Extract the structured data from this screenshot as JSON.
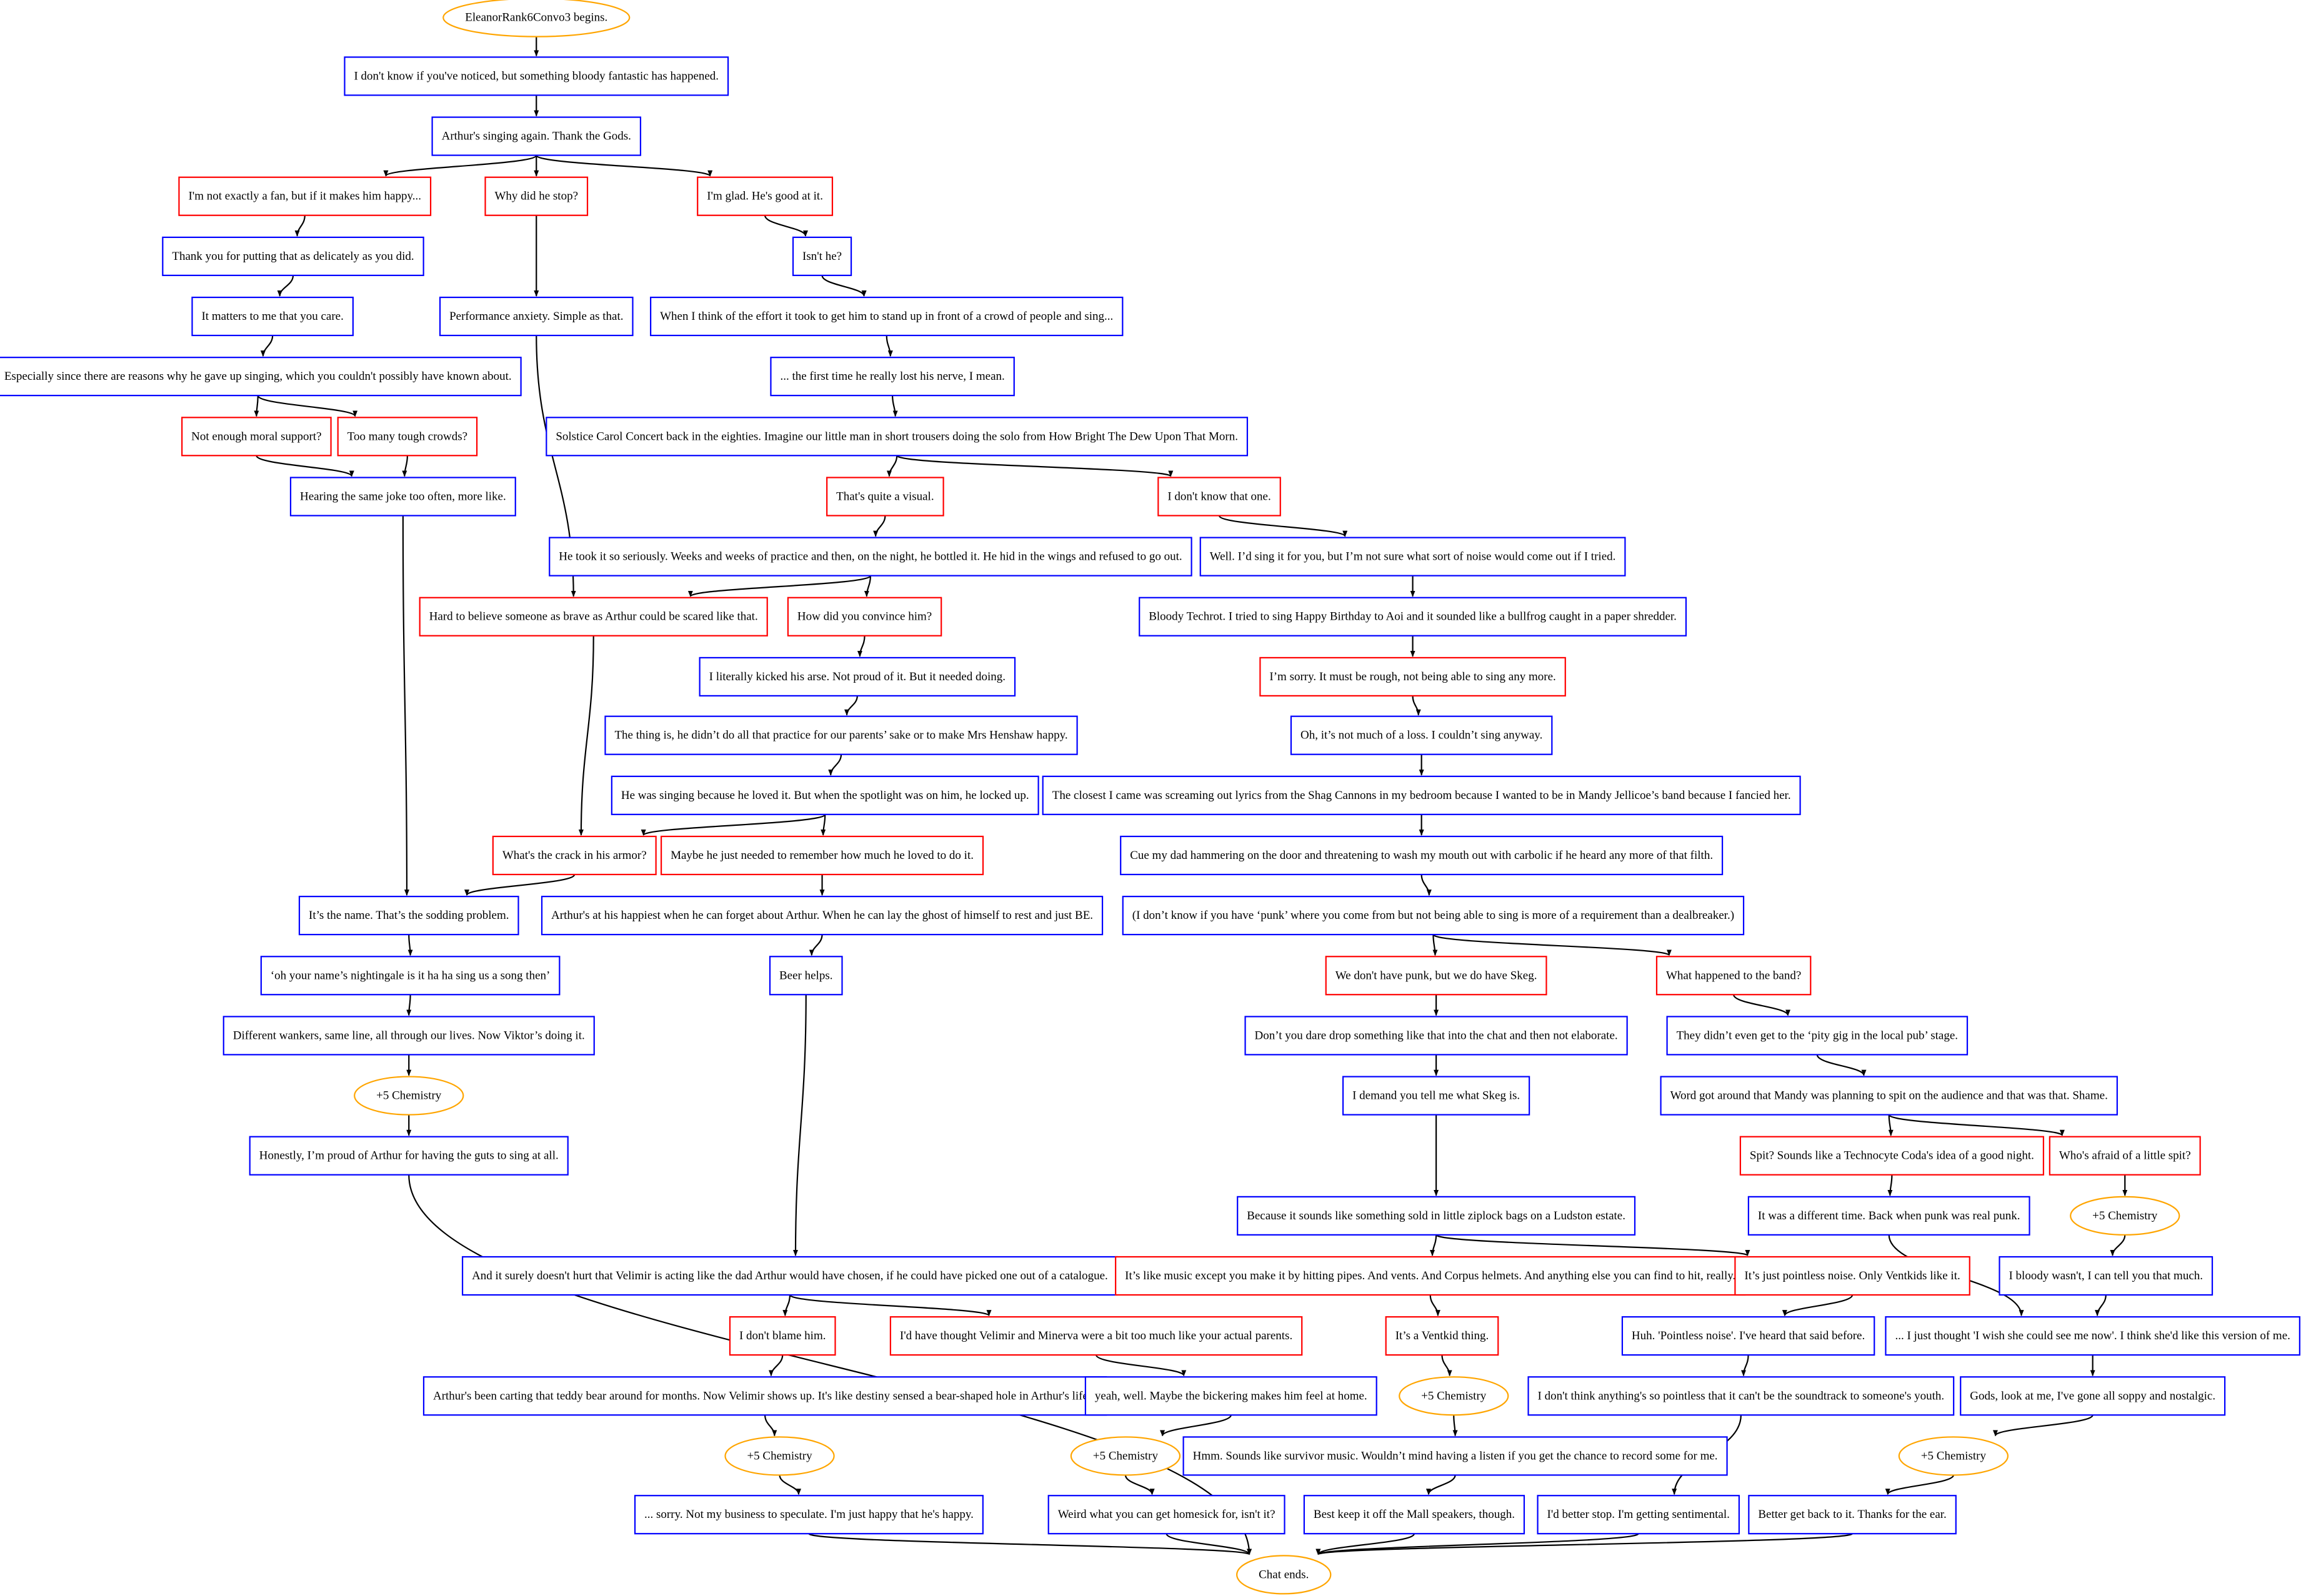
{
  "colors": {
    "npc": "#0000ff",
    "player": "#ff0000",
    "event": "#ffa500",
    "edge": "#000000"
  },
  "diagram": {
    "nodes": [
      {
        "id": "start",
        "kind": "event",
        "text": "EleanorRank6Convo3 begins."
      },
      {
        "id": "n1",
        "kind": "npc",
        "text": "I don't know if you've noticed, but something bloody fantastic has happened."
      },
      {
        "id": "n2",
        "kind": "npc",
        "text": "Arthur's singing again. Thank the Gods."
      },
      {
        "id": "p_fan",
        "kind": "player",
        "text": "I'm not exactly a fan, but if it makes him happy..."
      },
      {
        "id": "p_why",
        "kind": "player",
        "text": "Why did he stop?"
      },
      {
        "id": "p_glad",
        "kind": "player",
        "text": "I'm glad. He's good at it."
      },
      {
        "id": "n_thank",
        "kind": "npc",
        "text": "Thank you for putting that as delicately as you did."
      },
      {
        "id": "n_isnt",
        "kind": "npc",
        "text": "Isn't he?"
      },
      {
        "id": "n_matters",
        "kind": "npc",
        "text": "It matters to me that you care."
      },
      {
        "id": "n_perf",
        "kind": "npc",
        "text": "Performance anxiety. Simple as that."
      },
      {
        "id": "n_effort",
        "kind": "npc",
        "text": "When I think of the effort it took to get him to stand up in front of a crowd of people and sing..."
      },
      {
        "id": "n_esp",
        "kind": "npc",
        "text": "Especially since there are reasons why he gave up singing, which you couldn't possibly have known about."
      },
      {
        "id": "n_first",
        "kind": "npc",
        "text": "... the first time he really lost his nerve, I mean."
      },
      {
        "id": "p_moral",
        "kind": "player",
        "text": "Not enough moral support?"
      },
      {
        "id": "p_tough",
        "kind": "player",
        "text": "Too many tough crowds?"
      },
      {
        "id": "n_solstice",
        "kind": "npc",
        "text": "Solstice Carol Concert back in the eighties. Imagine our little man in short trousers doing the solo from How Bright The Dew Upon That Morn."
      },
      {
        "id": "n_hearing",
        "kind": "npc",
        "text": "Hearing the same joke too often, more like."
      },
      {
        "id": "p_visual",
        "kind": "player",
        "text": "That's quite a visual."
      },
      {
        "id": "p_dontknow",
        "kind": "player",
        "text": "I don't know that one."
      },
      {
        "id": "n_seriously",
        "kind": "npc",
        "text": "He took it so seriously. Weeks and weeks of practice and then, on the night, he bottled it. He hid in the wings and refused to go out."
      },
      {
        "id": "n_well",
        "kind": "npc",
        "text": "Well. I’d sing it for you, but I’m not sure what sort of noise would come out if I tried."
      },
      {
        "id": "p_hard",
        "kind": "player",
        "text": "Hard to believe someone as brave as Arthur could be scared like that."
      },
      {
        "id": "p_convince",
        "kind": "player",
        "text": "How did you convince him?"
      },
      {
        "id": "n_techrot",
        "kind": "npc",
        "text": "Bloody Techrot. I tried to sing Happy Birthday to Aoi and it sounded like a bullfrog caught in a paper shredder."
      },
      {
        "id": "n_kicked",
        "kind": "npc",
        "text": "I literally kicked his arse. Not proud of it. But it needed doing."
      },
      {
        "id": "p_sorry",
        "kind": "player",
        "text": "I’m sorry. It must be rough, not being able to sing any more."
      },
      {
        "id": "n_thing",
        "kind": "npc",
        "text": "The thing is, he didn’t do all that practice for our parents’ sake or to make Mrs Henshaw happy."
      },
      {
        "id": "n_notmuch",
        "kind": "npc",
        "text": "Oh, it’s not much of a loss. I couldn’t sing anyway."
      },
      {
        "id": "n_loved",
        "kind": "npc",
        "text": "He was singing because he loved it. But when the spotlight was on him, he locked up."
      },
      {
        "id": "n_closest",
        "kind": "npc",
        "text": "The closest I came was screaming out lyrics from the Shag Cannons in my bedroom because I wanted to be in Mandy Jellicoe’s band because I fancied her."
      },
      {
        "id": "p_crack",
        "kind": "player",
        "text": "What's the crack in his armor?"
      },
      {
        "id": "p_remember",
        "kind": "player",
        "text": "Maybe he just needed to remember how much he loved to do it."
      },
      {
        "id": "n_cue",
        "kind": "npc",
        "text": "Cue my dad hammering on the door and threatening to wash my mouth out with carbolic if he heard any more of that filth."
      },
      {
        "id": "n_name",
        "kind": "npc",
        "text": "It’s the name. That’s the sodding problem."
      },
      {
        "id": "n_happiest",
        "kind": "npc",
        "text": "Arthur's at his happiest when he can forget about Arthur. When he can lay the ghost of himself to rest and just BE."
      },
      {
        "id": "n_punk",
        "kind": "npc",
        "text": "(I don’t know if you have ‘punk’ where you come from but not being able to sing is more of a requirement than a dealbreaker.)"
      },
      {
        "id": "n_nightingale",
        "kind": "npc",
        "text": "‘oh your name’s nightingale is it ha ha sing us a song then’"
      },
      {
        "id": "n_beer",
        "kind": "npc",
        "text": "Beer helps."
      },
      {
        "id": "p_skeg",
        "kind": "player",
        "text": "We don't have punk, but we do have Skeg."
      },
      {
        "id": "p_band",
        "kind": "player",
        "text": "What happened to the band?"
      },
      {
        "id": "n_wankers",
        "kind": "npc",
        "text": "Different wankers, same line, all through our lives. Now Viktor’s doing it."
      },
      {
        "id": "n_dare",
        "kind": "npc",
        "text": "Don’t you dare drop something like that into the chat and then not elaborate."
      },
      {
        "id": "n_pity",
        "kind": "npc",
        "text": "They didn’t even get to the ‘pity gig in the local pub’ stage."
      },
      {
        "id": "e_chem1",
        "kind": "event",
        "text": "+5 Chemistry"
      },
      {
        "id": "n_demand",
        "kind": "npc",
        "text": "I demand you tell me what Skeg is."
      },
      {
        "id": "n_spitword",
        "kind": "npc",
        "text": "Word got around that Mandy was planning to spit on the audience and that was that. Shame."
      },
      {
        "id": "n_proud",
        "kind": "npc",
        "text": "Honestly, I’m proud of Arthur for having the guts to sing at all."
      },
      {
        "id": "p_spit",
        "kind": "player",
        "text": "Spit? Sounds like a Technocyte Coda's idea of a good night."
      },
      {
        "id": "p_afraid",
        "kind": "player",
        "text": "Who's afraid of a little spit?"
      },
      {
        "id": "n_ziplock",
        "kind": "npc",
        "text": "Because it sounds like something sold in little ziplock bags on a Ludston estate."
      },
      {
        "id": "n_different",
        "kind": "npc",
        "text": "It was a different time. Back when punk was real punk."
      },
      {
        "id": "e_chem2",
        "kind": "event",
        "text": "+5 Chemistry"
      },
      {
        "id": "n_velimir",
        "kind": "npc",
        "text": "And it surely doesn't hurt that Velimir is acting like the dad Arthur would have chosen, if he could have picked one out of a catalogue."
      },
      {
        "id": "p_pipes",
        "kind": "player",
        "text": "It’s like music except you make it by hitting pipes. And vents. And Corpus helmets. And anything else you can find to hit, really."
      },
      {
        "id": "p_pointless",
        "kind": "player",
        "text": "It’s just pointless noise. Only Ventkids like it."
      },
      {
        "id": "n_wasnt",
        "kind": "npc",
        "text": "I bloody wasn't, I can tell you that much."
      },
      {
        "id": "p_blame",
        "kind": "player",
        "text": "I don't blame him."
      },
      {
        "id": "p_parents",
        "kind": "player",
        "text": "I'd have thought Velimir and Minerva were a bit too much like your actual parents."
      },
      {
        "id": "p_ventkid",
        "kind": "player",
        "text": "It’s a Ventkid thing."
      },
      {
        "id": "n_huh",
        "kind": "npc",
        "text": "Huh. 'Pointless noise'. I've heard that said before."
      },
      {
        "id": "n_wish",
        "kind": "npc",
        "text": "... I just thought 'I wish she could see me now'. I think she'd like this version of me."
      },
      {
        "id": "n_teddy",
        "kind": "npc",
        "text": "Arthur's been carting that teddy bear around for months. Now Velimir shows up. It's like destiny sensed a bear-shaped hole in Arthur's life..."
      },
      {
        "id": "n_bicker",
        "kind": "npc",
        "text": "yeah, well. Maybe the bickering makes him feel at home."
      },
      {
        "id": "e_chem3",
        "kind": "event",
        "text": "+5 Chemistry"
      },
      {
        "id": "n_soundtrack",
        "kind": "npc",
        "text": "I don't think anything's so pointless that it can't be the soundtrack to someone's youth."
      },
      {
        "id": "n_soppy",
        "kind": "npc",
        "text": "Gods, look at me, I've gone all soppy and nostalgic."
      },
      {
        "id": "e_chem4",
        "kind": "event",
        "text": "+5 Chemistry"
      },
      {
        "id": "e_chem5",
        "kind": "event",
        "text": "+5 Chemistry"
      },
      {
        "id": "n_survivor",
        "kind": "npc",
        "text": "Hmm. Sounds like survivor music. Wouldn’t mind having a listen if you get the chance to record some for me."
      },
      {
        "id": "e_chem6",
        "kind": "event",
        "text": "+5 Chemistry"
      },
      {
        "id": "n_notmybiz",
        "kind": "npc",
        "text": "... sorry. Not my business to speculate. I'm just happy that he's happy."
      },
      {
        "id": "n_homesick",
        "kind": "npc",
        "text": "Weird what you can get homesick for, isn't it?"
      },
      {
        "id": "n_mall",
        "kind": "npc",
        "text": "Best keep it off the Mall speakers, though."
      },
      {
        "id": "n_stop",
        "kind": "npc",
        "text": "I'd better stop. I'm getting sentimental."
      },
      {
        "id": "n_better",
        "kind": "npc",
        "text": "Better get back to it. Thanks for the ear."
      },
      {
        "id": "end",
        "kind": "event",
        "text": "Chat ends."
      }
    ],
    "edges": [
      [
        "start",
        "n1"
      ],
      [
        "n1",
        "n2"
      ],
      [
        "n2",
        "p_fan"
      ],
      [
        "n2",
        "p_why"
      ],
      [
        "n2",
        "p_glad"
      ],
      [
        "p_fan",
        "n_thank"
      ],
      [
        "n_thank",
        "n_matters"
      ],
      [
        "n_matters",
        "n_esp"
      ],
      [
        "n_esp",
        "p_moral"
      ],
      [
        "n_esp",
        "p_tough"
      ],
      [
        "p_moral",
        "n_hearing"
      ],
      [
        "p_tough",
        "n_hearing"
      ],
      [
        "n_hearing",
        "n_name"
      ],
      [
        "p_why",
        "n_perf"
      ],
      [
        "n_perf",
        "p_hard"
      ],
      [
        "p_glad",
        "n_isnt"
      ],
      [
        "n_isnt",
        "n_effort"
      ],
      [
        "n_effort",
        "n_first"
      ],
      [
        "n_first",
        "n_solstice"
      ],
      [
        "n_solstice",
        "p_visual"
      ],
      [
        "n_solstice",
        "p_dontknow"
      ],
      [
        "p_visual",
        "n_seriously"
      ],
      [
        "n_seriously",
        "p_hard"
      ],
      [
        "n_seriously",
        "p_convince"
      ],
      [
        "p_hard",
        "p_crack"
      ],
      [
        "p_convince",
        "n_kicked"
      ],
      [
        "n_kicked",
        "n_thing"
      ],
      [
        "n_thing",
        "n_loved"
      ],
      [
        "n_loved",
        "p_crack"
      ],
      [
        "n_loved",
        "p_remember"
      ],
      [
        "p_crack",
        "n_name"
      ],
      [
        "p_remember",
        "n_happiest"
      ],
      [
        "n_happiest",
        "n_beer"
      ],
      [
        "n_beer",
        "n_velimir"
      ],
      [
        "n_name",
        "n_nightingale"
      ],
      [
        "n_nightingale",
        "n_wankers"
      ],
      [
        "n_wankers",
        "e_chem1"
      ],
      [
        "e_chem1",
        "n_proud"
      ],
      [
        "n_proud",
        "end"
      ],
      [
        "p_dontknow",
        "n_well"
      ],
      [
        "n_well",
        "n_techrot"
      ],
      [
        "n_techrot",
        "p_sorry"
      ],
      [
        "p_sorry",
        "n_notmuch"
      ],
      [
        "n_notmuch",
        "n_closest"
      ],
      [
        "n_closest",
        "n_cue"
      ],
      [
        "n_cue",
        "n_punk"
      ],
      [
        "n_punk",
        "p_skeg"
      ],
      [
        "n_punk",
        "p_band"
      ],
      [
        "p_skeg",
        "n_dare"
      ],
      [
        "n_dare",
        "n_demand"
      ],
      [
        "n_demand",
        "n_ziplock"
      ],
      [
        "p_band",
        "n_pity"
      ],
      [
        "n_pity",
        "n_spitword"
      ],
      [
        "n_spitword",
        "p_spit"
      ],
      [
        "n_spitword",
        "p_afraid"
      ],
      [
        "p_spit",
        "n_different"
      ],
      [
        "n_different",
        "n_wish"
      ],
      [
        "p_afraid",
        "e_chem2"
      ],
      [
        "e_chem2",
        "n_wasnt"
      ],
      [
        "n_wasnt",
        "n_wish"
      ],
      [
        "n_ziplock",
        "p_pipes"
      ],
      [
        "n_ziplock",
        "p_pointless"
      ],
      [
        "p_pipes",
        "p_ventkid"
      ],
      [
        "p_ventkid",
        "e_chem5"
      ],
      [
        "e_chem5",
        "n_survivor"
      ],
      [
        "n_survivor",
        "n_mall"
      ],
      [
        "n_mall",
        "end"
      ],
      [
        "p_pointless",
        "n_huh"
      ],
      [
        "n_huh",
        "n_soundtrack"
      ],
      [
        "n_soundtrack",
        "n_stop"
      ],
      [
        "n_stop",
        "end"
      ],
      [
        "n_wish",
        "n_soppy"
      ],
      [
        "n_soppy",
        "e_chem4"
      ],
      [
        "e_chem4",
        "n_better"
      ],
      [
        "n_better",
        "end"
      ],
      [
        "n_velimir",
        "p_blame"
      ],
      [
        "n_velimir",
        "p_parents"
      ],
      [
        "p_blame",
        "n_teddy"
      ],
      [
        "n_teddy",
        "e_chem3"
      ],
      [
        "e_chem3",
        "n_notmybiz"
      ],
      [
        "n_notmybiz",
        "end"
      ],
      [
        "p_parents",
        "n_bicker"
      ],
      [
        "n_bicker",
        "e_chem6"
      ],
      [
        "e_chem6",
        "n_homesick"
      ],
      [
        "n_homesick",
        "end"
      ]
    ]
  }
}
